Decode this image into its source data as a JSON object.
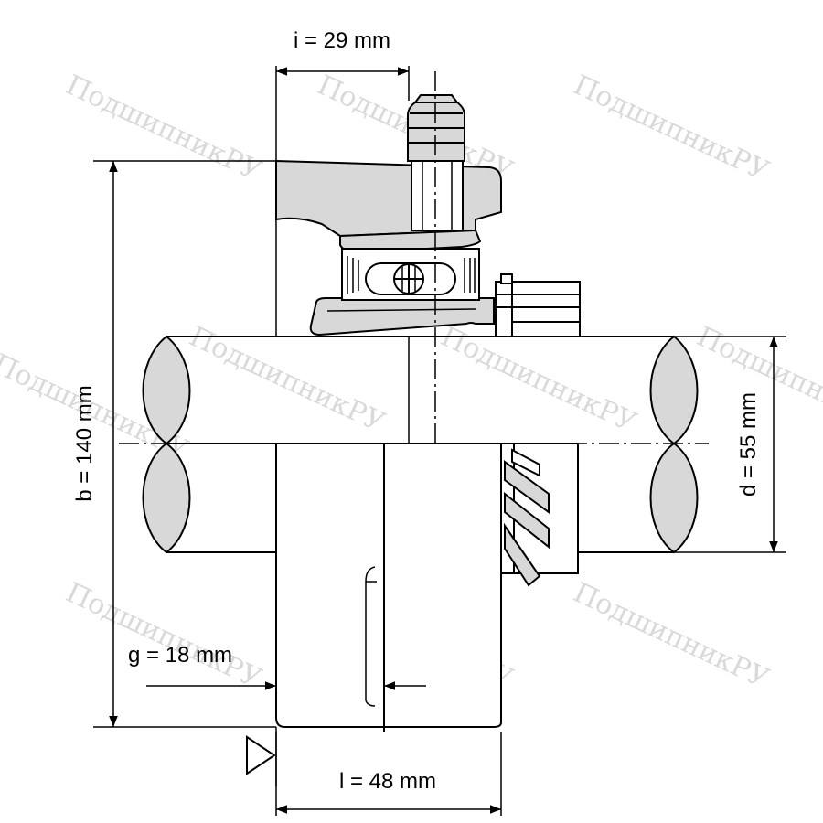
{
  "dimensions": {
    "i": "i = 29 mm",
    "b": "b = 140 mm",
    "d": "d = 55 mm",
    "g": "g = 18 mm",
    "l": "l = 48 mm"
  },
  "watermark": "ПодшипникРУ",
  "colors": {
    "line": "#000000",
    "housing_fill": "#d8d8d8",
    "watermark": "#d9d9d9"
  },
  "icons": [
    "triangle-marker-icon",
    "grease-nipple-icon"
  ]
}
